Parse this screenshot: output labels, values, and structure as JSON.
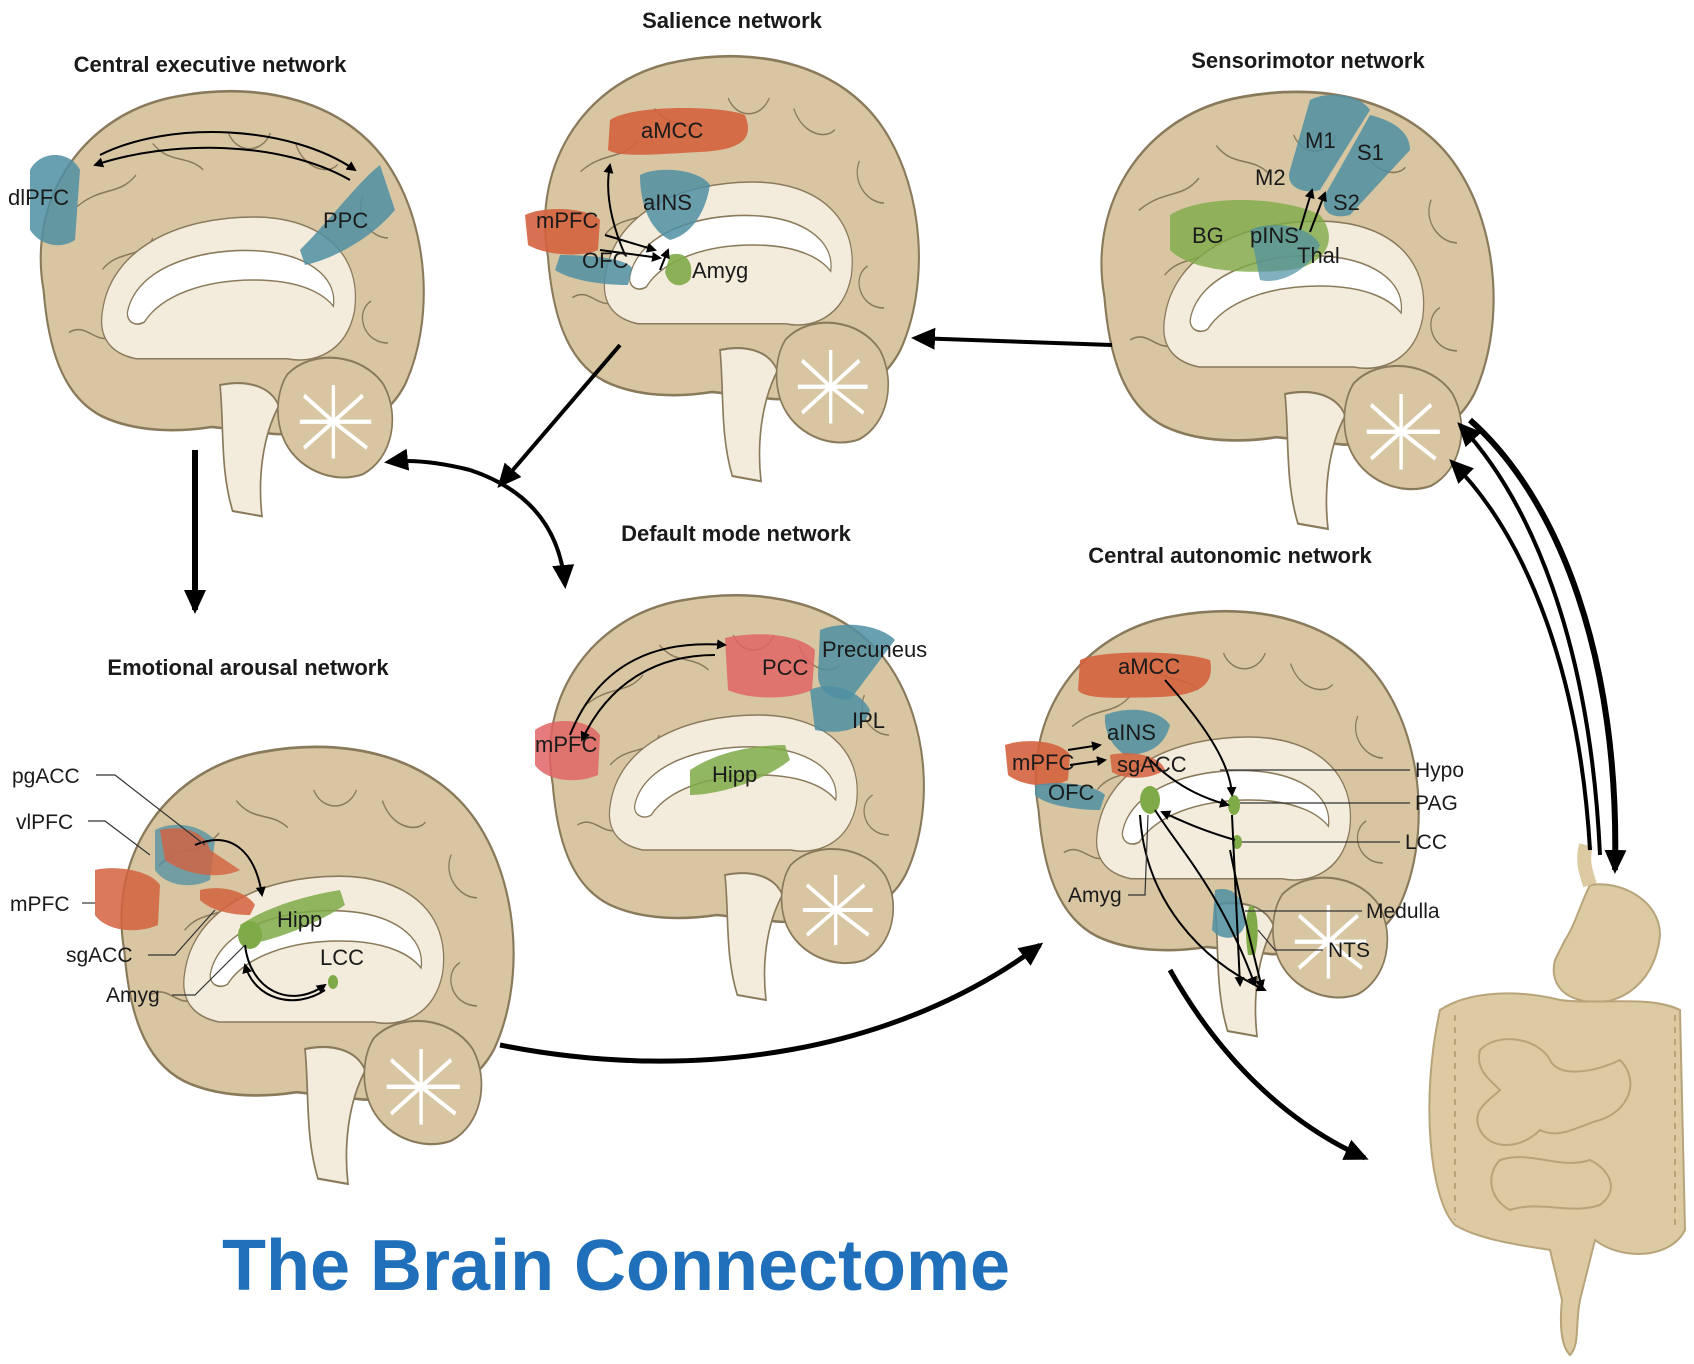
{
  "title": "The Brain Connectome",
  "colors": {
    "title": "#1f6fba",
    "brain": "#d8c6a2",
    "brain_outline": "#8a7a5c",
    "inner": "#f3ecdc",
    "ventricle": "#ffffff",
    "region_blue": "#4f8fa3",
    "region_red": "#d4623e",
    "region_pink": "#e06465",
    "region_green": "#7faa48",
    "gut": "#dccaa3",
    "arrow": "#000000"
  },
  "networks": {
    "cen": {
      "title": "Central executive network",
      "labels": [
        "dlPFC",
        "PPC"
      ]
    },
    "sal": {
      "title": "Salience network",
      "labels": [
        "aMCC",
        "aINS",
        "mPFC",
        "OFC",
        "Amyg"
      ]
    },
    "smn": {
      "title": "Sensorimotor network",
      "labels": [
        "M1",
        "S1",
        "M2",
        "S2",
        "BG",
        "pINS",
        "Thal"
      ]
    },
    "dmn": {
      "title": "Default mode network",
      "labels": [
        "PCC",
        "Precuneus",
        "mPFC",
        "IPL",
        "Hipp"
      ]
    },
    "ean": {
      "title": "Emotional arousal network",
      "labels": [
        "pgACC",
        "vlPFC",
        "mPFC",
        "sgACC",
        "Amyg",
        "Hipp",
        "LCC"
      ]
    },
    "can": {
      "title": "Central autonomic network",
      "labels": [
        "aMCC",
        "aINS",
        "mPFC",
        "sgACC",
        "OFC",
        "Amyg",
        "Hypo",
        "PAG",
        "LCC",
        "Medulla",
        "NTS"
      ]
    }
  },
  "icons": [
    "brain-icon",
    "gut-icon"
  ]
}
